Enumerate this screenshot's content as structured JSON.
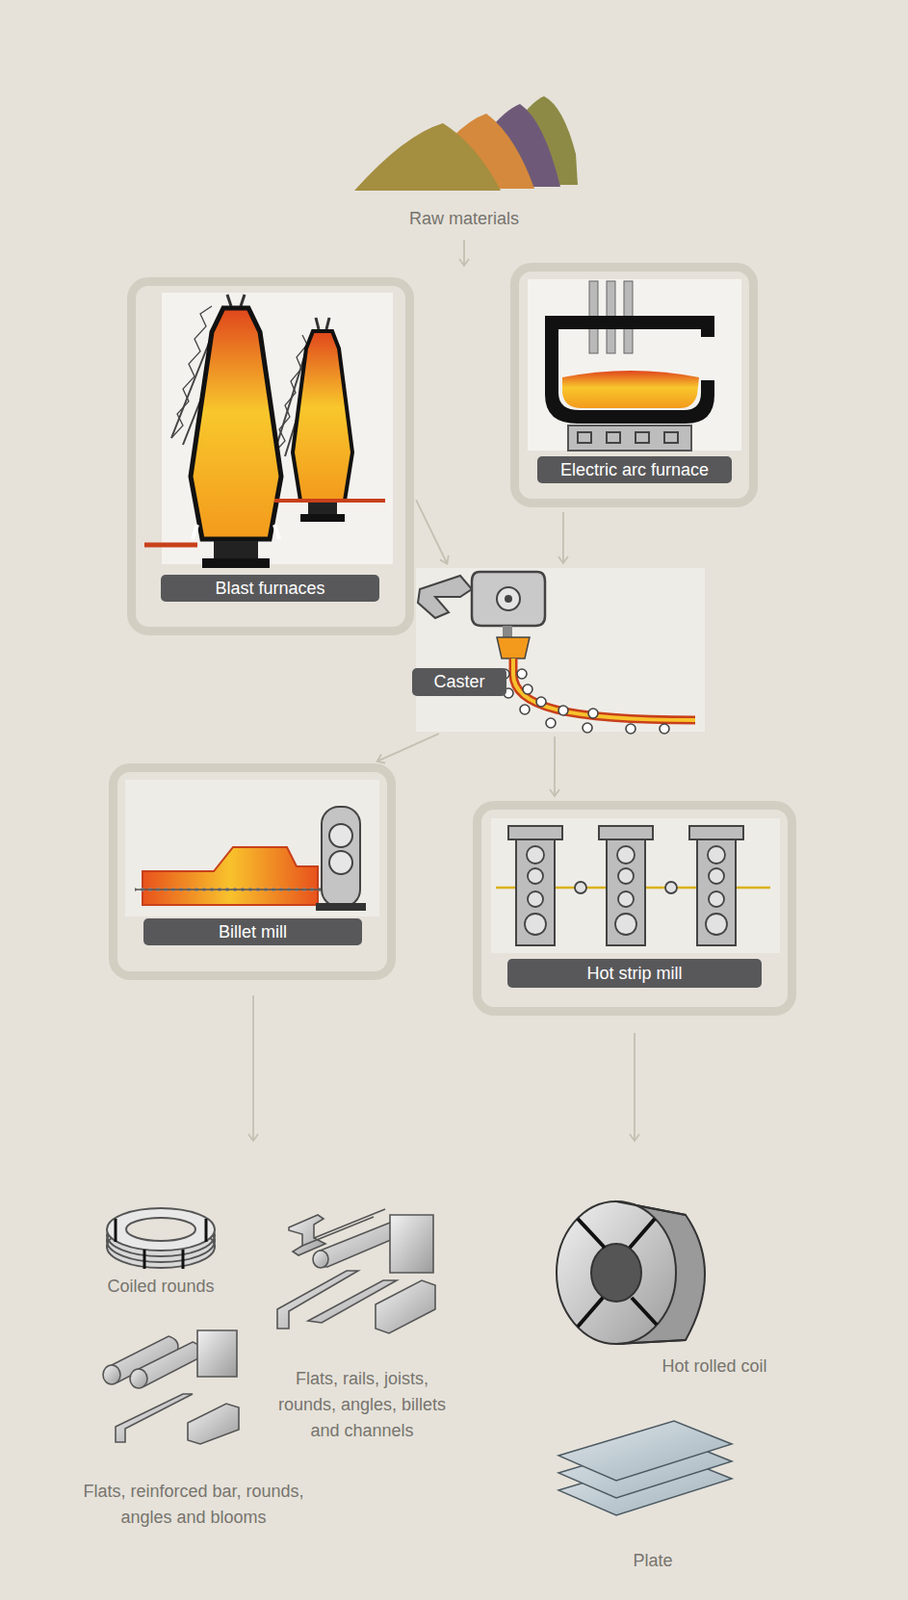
{
  "diagram": {
    "nodes": [
      {
        "text": [
          "Blast furnaces"
        ]
      },
      {
        "text": [
          "Electric arc furnace"
        ]
      },
      {
        "text": [
          "Caster"
        ]
      },
      {
        "text": [
          "Billet mill"
        ]
      },
      {
        "text": [
          "Hot strip mill"
        ]
      }
    ],
    "edges": [
      {
        "from": 0,
        "to": 2,
        "arrow": "to"
      },
      {
        "from": 1,
        "to": 2,
        "arrow": "to"
      },
      {
        "from": 2,
        "to": 3,
        "arrow": "to"
      },
      {
        "from": 2,
        "to": 4,
        "arrow": "to"
      }
    ],
    "labels": [
      "Raw materials",
      "Coiled rounds",
      "Flats, rails, joists, rounds, angles, billets and channels",
      "Flats, reinforced bar, rounds, angles and blooms",
      "Hot rolled coil",
      "Plate"
    ]
  }
}
